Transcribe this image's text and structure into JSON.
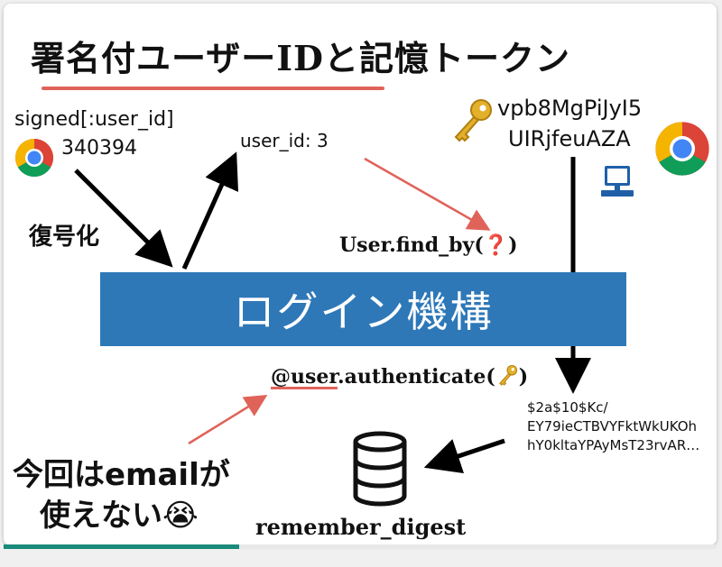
{
  "slide": {
    "title": "署名付ユーザーIDと記憶トークン",
    "signed_label": "signed[:user_id]",
    "signed_value": "340394",
    "decrypt_label": "復号化",
    "user_id_text": "user_id: 3",
    "token_line1": "vpb8MgPiJyI5",
    "token_line2": "UIRjfeuAZA",
    "find_by_prefix": "User.find_by(",
    "find_by_q": "❓",
    "find_by_suffix": ")",
    "login_box": "ログイン機構",
    "auth_at": "@",
    "auth_user": "user",
    "auth_rest": ".authenticate(",
    "auth_close": ")",
    "digest_line1": "$2a$10$Kc/",
    "digest_line2": "EY79ieCTBVYFktWkUKOh",
    "digest_line3": "hY0kltaYPAyMsT23rvAR…",
    "no_email_line1": "今回はemailが",
    "no_email_line2": "使えない",
    "no_email_emoji": "😭",
    "remember_digest": "remember_digest"
  },
  "progress": {
    "fraction": 0.33
  },
  "colors": {
    "login_box": "#2e78b8",
    "accent_red": "#e0635a",
    "progress": "#1a8a7a",
    "key": "#e2b02a"
  },
  "icons": [
    "chrome-icon",
    "key-icon",
    "computer-icon",
    "database-icon"
  ]
}
